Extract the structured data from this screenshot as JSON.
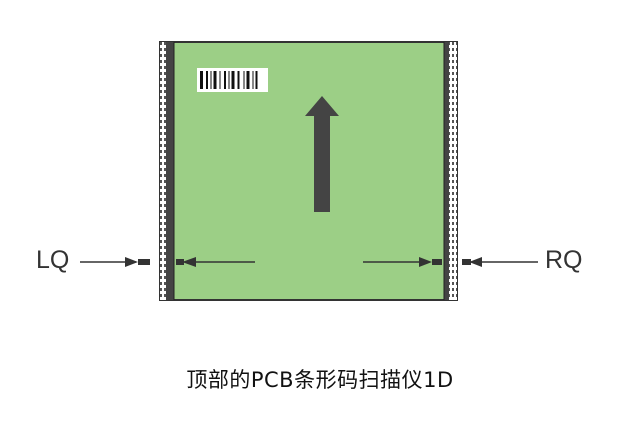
{
  "diagram": {
    "left_label": "LQ",
    "right_label": "RQ",
    "caption": "顶部的PCB条形码扫描仪1D",
    "board_color": "#9ccf86",
    "rail_color": "#444444",
    "arrow_color": "#444444",
    "line_color": "#333333",
    "barcode_pattern": [
      3,
      1,
      2,
      1,
      1,
      1,
      3,
      1,
      1,
      2,
      2,
      1,
      1,
      1,
      3,
      1,
      2,
      2,
      1,
      1,
      3,
      1,
      1,
      1,
      2
    ]
  }
}
